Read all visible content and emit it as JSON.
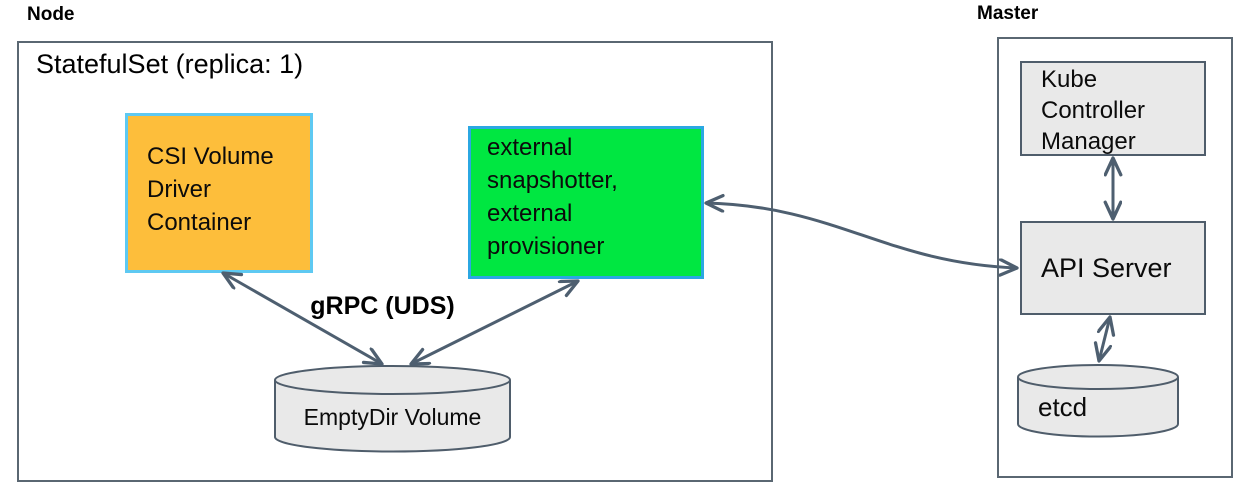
{
  "diagram": {
    "node": {
      "label": "Node",
      "statefulset_label": "StatefulSet (replica: 1)",
      "csi_driver_box": "CSI Volume\nDriver\nContainer",
      "sidecar_box": "external\nsnapshotter,\nexternal\nprovisioner",
      "grpc_arrow_label": "gRPC (UDS)",
      "emptydir_volume": "EmptyDir Volume"
    },
    "master": {
      "label": "Master",
      "kube_controller_manager": "Kube\nController\nManager",
      "api_server": "API Server",
      "etcd": "etcd"
    },
    "colors": {
      "csi_driver_fill": "#FDBE3B",
      "csi_driver_border": "#5EC9F2",
      "sidecar_fill": "#00E741",
      "sidecar_border": "#2BA7E2",
      "component_fill": "#E9E9E9",
      "component_border": "#4F5D6B",
      "container_border": "#5A6772",
      "arrow": "#4E5F70"
    }
  }
}
